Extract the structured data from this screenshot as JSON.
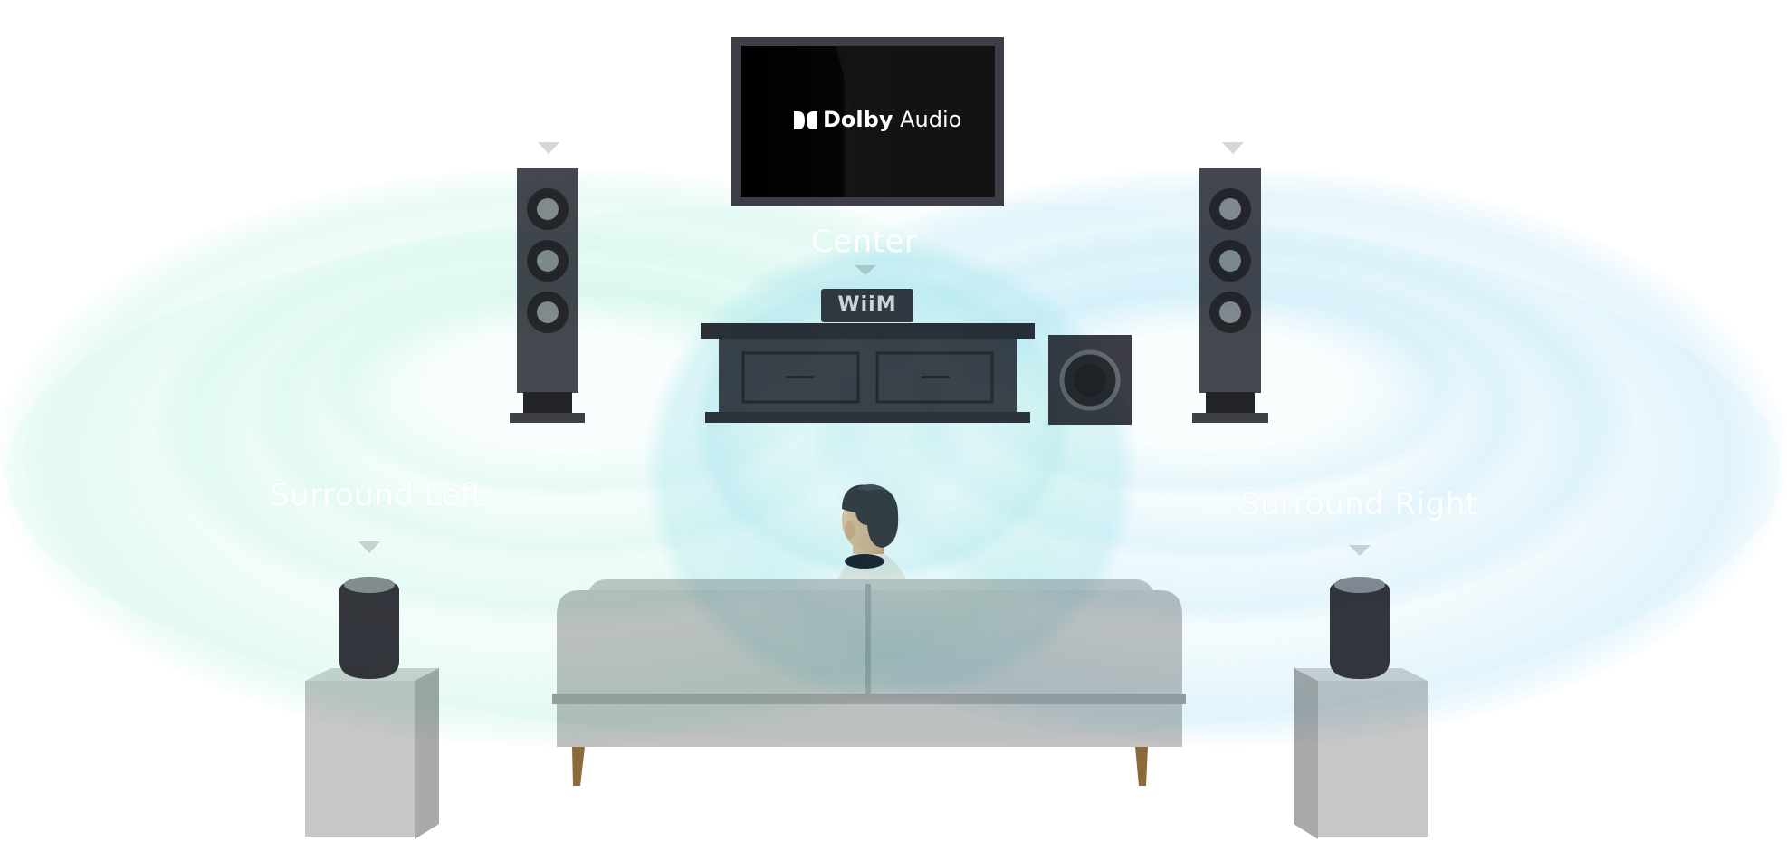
{
  "tv": {
    "brand_bold": "Dolby",
    "brand_regular": "Audio",
    "brand_mark": "dolby-double-d-logo"
  },
  "soundbar": {
    "logo": "WiiM"
  },
  "labels": {
    "center": "Center",
    "surround_left": "Surround Left",
    "surround_right": "Surround Right"
  },
  "colors": {
    "wave_green": "#9ff0d6",
    "wave_blue": "#a6dcf6",
    "speaker_body": "#47474f",
    "driver_ring": "#26262b",
    "driver_cone": "#8c8c92",
    "sofa": "#c2c2c2",
    "pedestal": "#c7c7c7",
    "tv_frame": "#3e3e48"
  }
}
